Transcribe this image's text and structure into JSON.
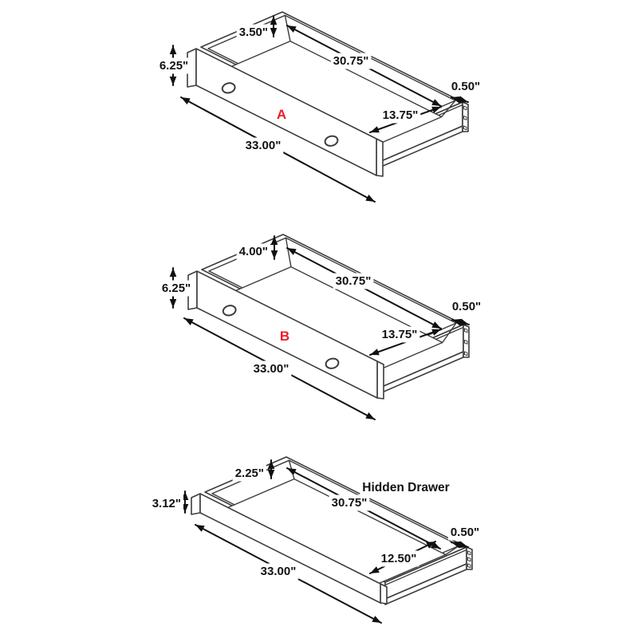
{
  "diagram": {
    "background": "#ffffff",
    "line_color": "#3c3c3c",
    "dimension_color": "#111111",
    "accent_red": "#ec1c24",
    "drawers": [
      {
        "id": "A",
        "label": "A",
        "dims": {
          "back_height": "3.50\"",
          "inner_length": "30.75\"",
          "front_height": "6.25\"",
          "side_thickness": "0.50\"",
          "inner_depth": "13.75\"",
          "overall_length": "33.00\""
        }
      },
      {
        "id": "B",
        "label": "B",
        "dims": {
          "back_height": "4.00\"",
          "inner_length": "30.75\"",
          "front_height": "6.25\"",
          "side_thickness": "0.50\"",
          "inner_depth": "13.75\"",
          "overall_length": "33.00\""
        }
      },
      {
        "id": "hidden-drawer",
        "label": "Hidden Drawer",
        "dims": {
          "back_height": "2.25\"",
          "inner_length": "30.75\"",
          "front_height": "3.12\"",
          "side_thickness": "0.50\"",
          "inner_depth": "12.50\"",
          "overall_length": "33.00\""
        }
      }
    ]
  }
}
